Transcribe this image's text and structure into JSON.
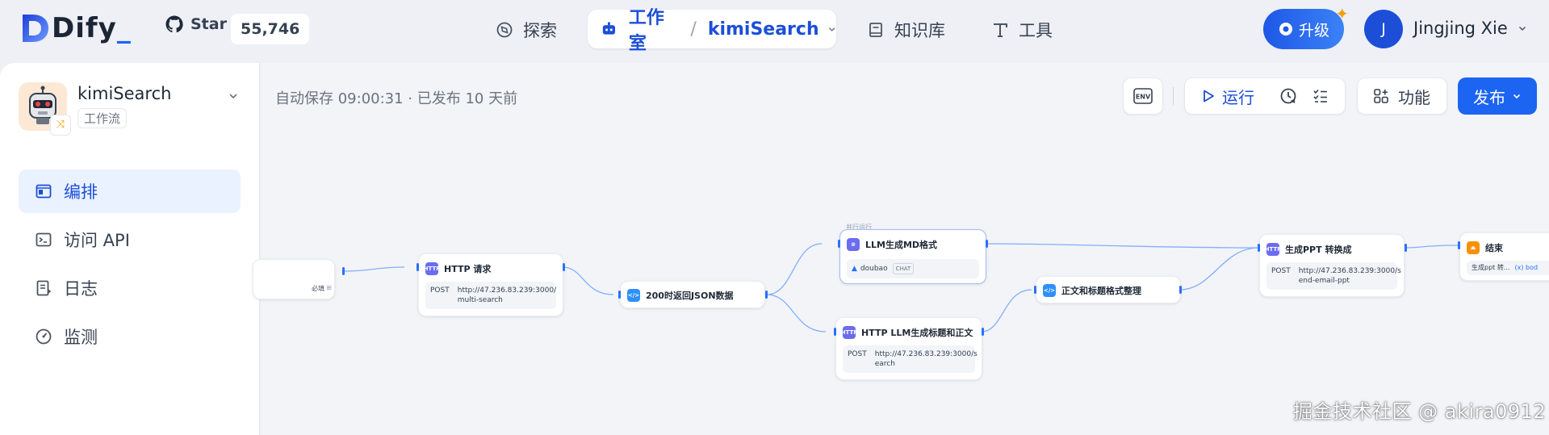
{
  "header": {
    "logo_text": "Dify",
    "logo_suffix": "_",
    "github_label": "Star",
    "github_count": "55,746",
    "nav": {
      "explore": "探索",
      "studio": "工作室",
      "current_app": "kimiSearch",
      "knowledge": "知识库",
      "tools": "工具"
    },
    "upgrade_label": "升级",
    "user_initial": "J",
    "user_name": "Jingjing Xie"
  },
  "sidebar": {
    "app_name": "kimiSearch",
    "app_type": "工作流",
    "items": [
      {
        "label": "编排",
        "icon": "layout-icon",
        "active": true
      },
      {
        "label": "访问 API",
        "icon": "terminal-icon",
        "active": false
      },
      {
        "label": "日志",
        "icon": "log-icon",
        "active": false
      },
      {
        "label": "监测",
        "icon": "gauge-icon",
        "active": false
      }
    ]
  },
  "canvas": {
    "autosave_text": "自动保存 09:00:31 · 已发布 10 天前",
    "toolbar": {
      "env_label": "ENV",
      "run_label": "运行",
      "features_label": "功能",
      "publish_label": "发布"
    },
    "nodes": {
      "start": {
        "required_label": "必填"
      },
      "http1": {
        "title": "HTTP 请求",
        "badge": "HTTP",
        "method": "POST",
        "url_line1": "http://47.236.83.239:3000/",
        "url_line2": "multi-search"
      },
      "code1": {
        "title": "200时返回JSON数据",
        "badge": "</>"
      },
      "llm": {
        "title": "LLM生成MD格式",
        "group_label": "并行运行",
        "model": "doubao",
        "mode": "CHAT"
      },
      "http2": {
        "title": "HTTP LLM生成标题和正文",
        "badge": "HTTP",
        "method": "POST",
        "url_line1": "http://47.236.83.239:3000/s",
        "url_line2": "earch"
      },
      "code2": {
        "title": "正文和标题格式整理",
        "badge": "</>"
      },
      "http3": {
        "title": "生成PPT 转换成",
        "badge": "HTTP",
        "method": "POST",
        "url_line1": "http://47.236.83.239:3000/s",
        "url_line2": "end-email-ppt"
      },
      "end": {
        "title": "结束",
        "var_text": "生成ppt 转...",
        "var_type": "(x) bod"
      }
    }
  },
  "watermark": "掘金技术社区 @ akira0912",
  "colors": {
    "accent": "#1c64f2",
    "edge": "#84adff",
    "background": "#f2f4f7"
  }
}
